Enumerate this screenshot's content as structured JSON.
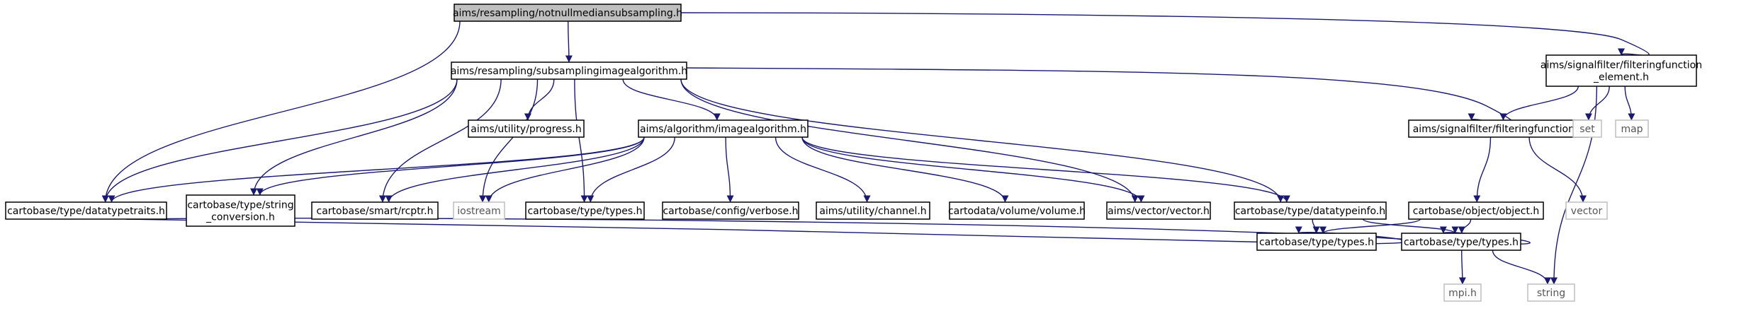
{
  "colors": {
    "edge": "#191970",
    "node_border": "#000000",
    "system_border": "#bfbfbf",
    "root_fill": "#bfbfbf",
    "node_fill": "#ffffff"
  },
  "nodes": [
    {
      "id": "root",
      "lines": [
        "aims/resampling/notnullmediansubsampling.h"
      ],
      "kind": "root"
    },
    {
      "id": "subsamp",
      "lines": [
        "aims/resampling/subsamplingimagealgorithm.h"
      ],
      "kind": "normal"
    },
    {
      "id": "filtelem",
      "lines": [
        "aims/signalfilter/filteringfunction",
        "_element.h"
      ],
      "kind": "normal"
    },
    {
      "id": "datatypetraits",
      "lines": [
        "cartobase/type/datatypetraits.h"
      ],
      "kind": "normal"
    },
    {
      "id": "progress",
      "lines": [
        "aims/utility/progress.h"
      ],
      "kind": "normal"
    },
    {
      "id": "imagealgo",
      "lines": [
        "aims/algorithm/imagealgorithm.h"
      ],
      "kind": "normal"
    },
    {
      "id": "filtfunc",
      "lines": [
        "aims/signalfilter/filteringfunction.h"
      ],
      "kind": "normal"
    },
    {
      "id": "set",
      "lines": [
        "set"
      ],
      "kind": "system"
    },
    {
      "id": "map",
      "lines": [
        "map"
      ],
      "kind": "system"
    },
    {
      "id": "strconv",
      "lines": [
        "cartobase/type/string",
        "_conversion.h"
      ],
      "kind": "normal"
    },
    {
      "id": "rcptr",
      "lines": [
        "cartobase/smart/rcptr.h"
      ],
      "kind": "normal"
    },
    {
      "id": "iostream",
      "lines": [
        "iostream"
      ],
      "kind": "system"
    },
    {
      "id": "types_mid",
      "lines": [
        "cartobase/type/types.h"
      ],
      "kind": "normal"
    },
    {
      "id": "verbose",
      "lines": [
        "cartobase/config/verbose.h"
      ],
      "kind": "normal"
    },
    {
      "id": "channel",
      "lines": [
        "aims/utility/channel.h"
      ],
      "kind": "normal"
    },
    {
      "id": "volume",
      "lines": [
        "cartodata/volume/volume.h"
      ],
      "kind": "normal"
    },
    {
      "id": "vector_h",
      "lines": [
        "aims/vector/vector.h"
      ],
      "kind": "normal"
    },
    {
      "id": "datatypeinfo",
      "lines": [
        "cartobase/type/datatypeinfo.h"
      ],
      "kind": "normal"
    },
    {
      "id": "object",
      "lines": [
        "cartobase/object/object.h"
      ],
      "kind": "normal"
    },
    {
      "id": "vector_sys",
      "lines": [
        "vector"
      ],
      "kind": "system"
    },
    {
      "id": "types_a",
      "lines": [
        "cartobase/type/types.h"
      ],
      "kind": "normal"
    },
    {
      "id": "types_b",
      "lines": [
        "cartobase/type/types.h"
      ],
      "kind": "normal"
    },
    {
      "id": "mpi",
      "lines": [
        "mpi.h"
      ],
      "kind": "system"
    },
    {
      "id": "string",
      "lines": [
        "string"
      ],
      "kind": "system"
    }
  ],
  "edges": [
    [
      "root",
      "subsamp"
    ],
    [
      "root",
      "filtelem"
    ],
    [
      "root",
      "datatypetraits"
    ],
    [
      "subsamp",
      "datatypetraits"
    ],
    [
      "subsamp",
      "progress"
    ],
    [
      "subsamp",
      "imagealgo"
    ],
    [
      "subsamp",
      "filtfunc"
    ],
    [
      "subsamp",
      "strconv"
    ],
    [
      "subsamp",
      "rcptr"
    ],
    [
      "subsamp",
      "iostream"
    ],
    [
      "subsamp",
      "types_mid"
    ],
    [
      "subsamp",
      "vector_h"
    ],
    [
      "subsamp",
      "datatypeinfo"
    ],
    [
      "filtelem",
      "filtfunc"
    ],
    [
      "filtelem",
      "set"
    ],
    [
      "filtelem",
      "map"
    ],
    [
      "filtelem",
      "string"
    ],
    [
      "imagealgo",
      "datatypetraits"
    ],
    [
      "imagealgo",
      "strconv"
    ],
    [
      "imagealgo",
      "rcptr"
    ],
    [
      "imagealgo",
      "iostream"
    ],
    [
      "imagealgo",
      "types_mid"
    ],
    [
      "imagealgo",
      "verbose"
    ],
    [
      "imagealgo",
      "channel"
    ],
    [
      "imagealgo",
      "volume"
    ],
    [
      "imagealgo",
      "vector_h"
    ],
    [
      "imagealgo",
      "datatypeinfo"
    ],
    [
      "datatypetraits",
      "types_a"
    ],
    [
      "datatypetraits",
      "types_b"
    ],
    [
      "filtfunc",
      "object"
    ],
    [
      "filtfunc",
      "vector_sys"
    ],
    [
      "datatypeinfo",
      "types_a"
    ],
    [
      "datatypeinfo",
      "types_b"
    ],
    [
      "object",
      "types_a"
    ],
    [
      "object",
      "types_b"
    ],
    [
      "types_b",
      "mpi"
    ],
    [
      "types_b",
      "string"
    ]
  ]
}
